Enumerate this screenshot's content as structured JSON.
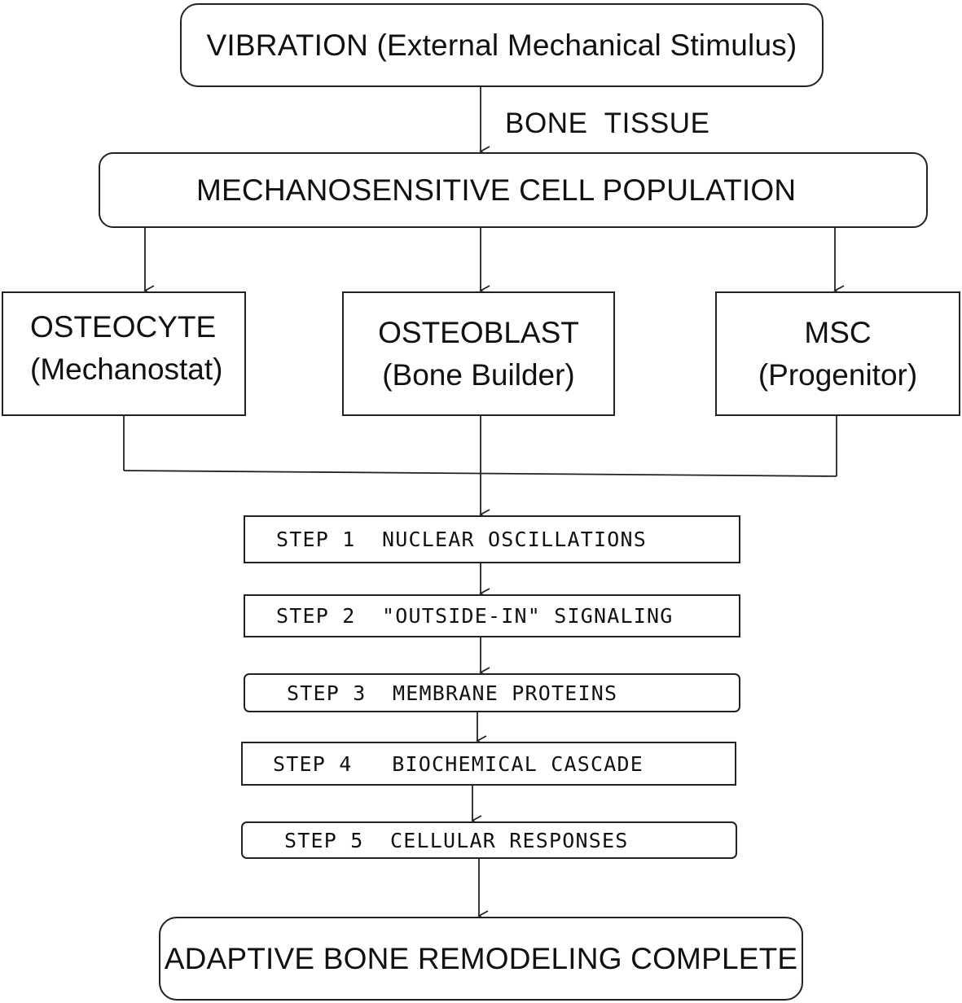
{
  "stimulus": {
    "label": "VIBRATION (External Mechanical Stimulus)"
  },
  "tissue_label": "BONE  TISSUE",
  "population": {
    "label": "MECHANOSENSITIVE CELL POPULATION"
  },
  "cells": [
    {
      "name": "OSTEOCYTE",
      "role": "(Mechanostat)"
    },
    {
      "name": "OSTEOBLAST",
      "role": "(Bone Builder)"
    },
    {
      "name": "MSC",
      "role": "(Progenitor)"
    }
  ],
  "steps": [
    {
      "label": "STEP 1  NUCLEAR OSCILLATIONS"
    },
    {
      "label": "STEP 2  \"OUTSIDE-IN\" SIGNALING"
    },
    {
      "label": "STEP 3  MEMBRANE PROTEINS"
    },
    {
      "label": "STEP 4   BIOCHEMICAL CASCADE"
    },
    {
      "label": "STEP 5  CELLULAR RESPONSES"
    }
  ],
  "outcome": {
    "label": "ADAPTIVE BONE REMODELING COMPLETE"
  }
}
